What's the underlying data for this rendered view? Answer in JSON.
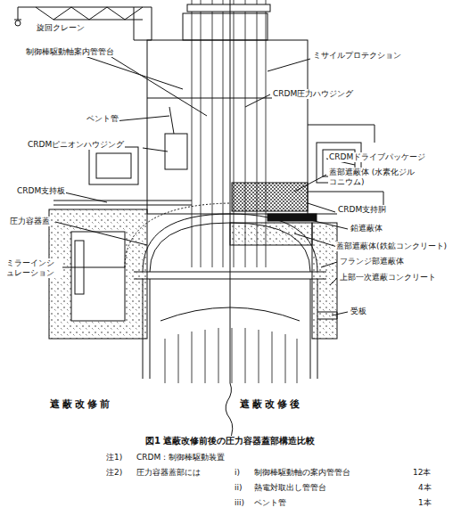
{
  "diagram": {
    "caption": "図1 遮蔽改修前後の圧力容器蓋部構造比較",
    "labels": [
      "旋回クレーン",
      "制御棒駆動軸案内管管台",
      "ミサイルプロテクション",
      "CRDM圧力ハウジング",
      "ベント管",
      "CRDMピニオンハウジング",
      "CRDMドライブパッケージ",
      "蓋部遮蔽体 (水素化ジルコニウム)",
      "CRDM支持板",
      "CRDM支持胴",
      "圧力容器蓋",
      "鉛遮蔽体",
      "蓋部遮蔽体(鉄鉱コンクリート)",
      "フランジ部遮蔽体",
      "上部一次遮蔽コンクリート",
      "ミラーインシュレーション",
      "受板",
      "遮蔽改修前",
      "遮蔽改修後",
      "注1)",
      "CRDM：制御棒駆動装置",
      "注2)",
      "圧力容器蓋部には",
      "i)",
      "制御棒駆動軸の案内管管台",
      "12本",
      "ii)",
      "熱電対取出し管管台",
      "4本",
      "iii)",
      "ベント管",
      "1本"
    ]
  }
}
